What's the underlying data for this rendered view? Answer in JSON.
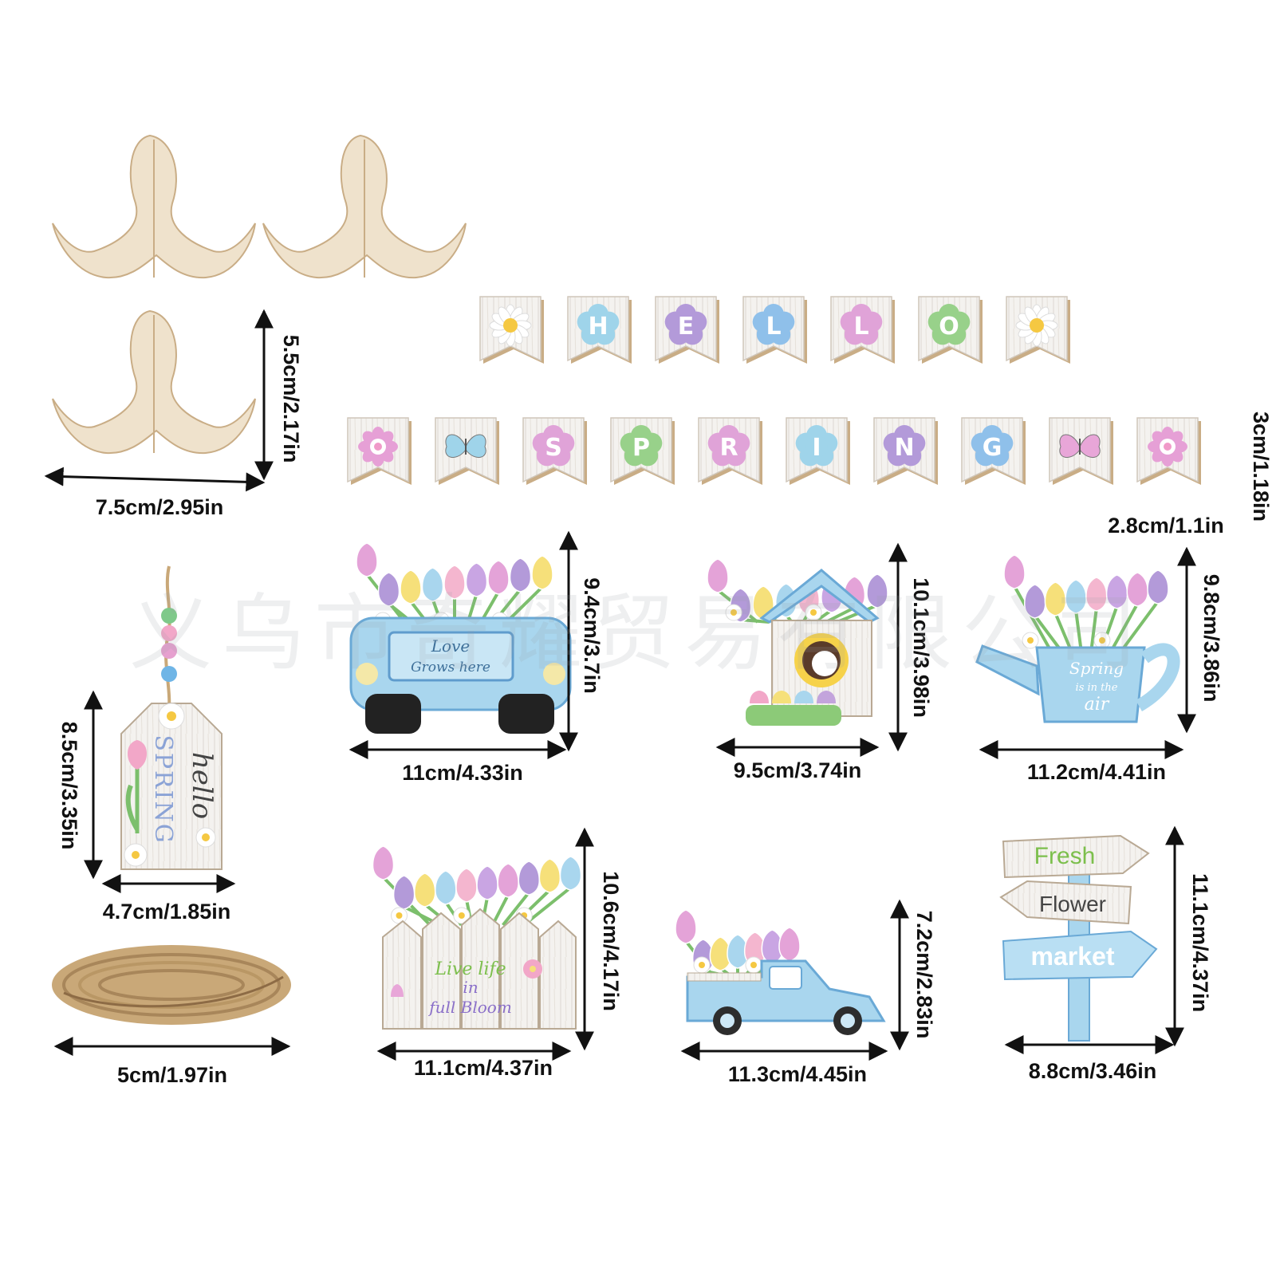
{
  "watermark": "义乌市奇耀贸易有限公司",
  "colors": {
    "blue": "#a9d6ee",
    "blue_dark": "#6aa9d6",
    "pink": "#e4a3d8",
    "purple": "#b39ad9",
    "green": "#9bd08a",
    "yellow": "#f6e07a",
    "wood": "#efe2cc",
    "wood_edge": "#c9ad86"
  },
  "banner": {
    "row1": [
      {
        "kind": "daisy",
        "letter": ""
      },
      {
        "kind": "letter",
        "letter": "H",
        "color": "#9fd4ea"
      },
      {
        "kind": "letter",
        "letter": "E",
        "color": "#b39ad9"
      },
      {
        "kind": "letter",
        "letter": "L",
        "color": "#8fc0ea"
      },
      {
        "kind": "letter",
        "letter": "L",
        "color": "#e0a3d8"
      },
      {
        "kind": "letter",
        "letter": "O",
        "color": "#98d18a"
      },
      {
        "kind": "daisy",
        "letter": ""
      }
    ],
    "row2": [
      {
        "kind": "pinkflower",
        "letter": ""
      },
      {
        "kind": "butterfly",
        "letter": "",
        "color": "#9fd4ea"
      },
      {
        "kind": "letter",
        "letter": "S",
        "color": "#e0a3d8"
      },
      {
        "kind": "letter",
        "letter": "P",
        "color": "#98d18a"
      },
      {
        "kind": "letter",
        "letter": "R",
        "color": "#e0a3d8"
      },
      {
        "kind": "letter",
        "letter": "I",
        "color": "#9fd4ea"
      },
      {
        "kind": "letter",
        "letter": "N",
        "color": "#b39ad9"
      },
      {
        "kind": "letter",
        "letter": "G",
        "color": "#8fc0ea"
      },
      {
        "kind": "butterfly",
        "letter": "",
        "color": "#e8a6d8"
      },
      {
        "kind": "pinkflower",
        "letter": ""
      }
    ]
  },
  "items": {
    "stand": {
      "width": "7.5cm/2.95in",
      "height": "5.5cm/2.17in"
    },
    "banner_flag": {
      "width": "2.8cm/1.1in",
      "height": "3cm/1.18in"
    },
    "tag": {
      "width": "4.7cm/1.85in",
      "height": "8.5cm/3.35in",
      "text_hello": "hello",
      "text_spring": "SPRING"
    },
    "twine": {
      "width": "5cm/1.97in"
    },
    "truck_front": {
      "width": "11cm/4.33in",
      "height": "9.4cm/3.7in",
      "plate_line1": "Love",
      "plate_line2": "Grows here"
    },
    "birdhouse": {
      "width": "9.5cm/3.74in",
      "height": "10.1cm/3.98in"
    },
    "watering_can": {
      "width": "11.2cm/4.41in",
      "height": "9.8cm/3.86in",
      "text_line1": "Spring",
      "text_line2": "is in the",
      "text_line3": "air"
    },
    "fence": {
      "width": "11.1cm/4.37in",
      "height": "10.6cm/4.17in",
      "text_line1": "Live life",
      "text_line2": "in",
      "text_line3": "full Bloom"
    },
    "truck_side": {
      "width": "11.3cm/4.45in",
      "height": "7.2cm/2.83in"
    },
    "signpost": {
      "width": "8.8cm/3.46in",
      "height": "11.1cm/4.37in",
      "sign1": "Fresh",
      "sign2": "Flower",
      "sign3": "market"
    }
  }
}
